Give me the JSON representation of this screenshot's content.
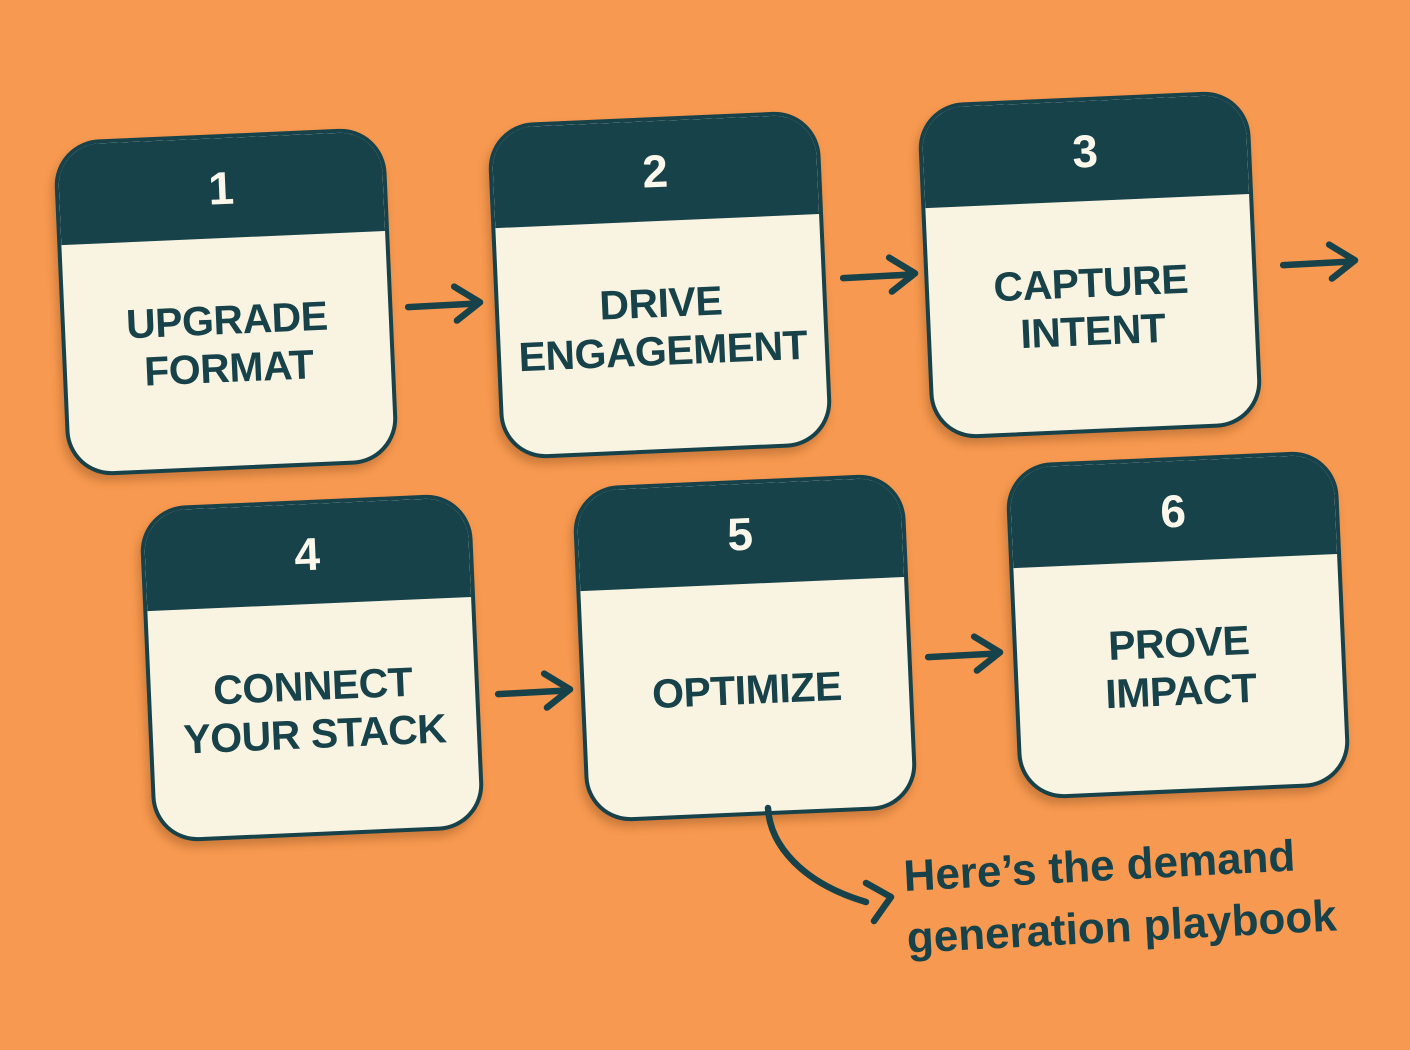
{
  "colors": {
    "background": "#f79950",
    "ink": "#17424a",
    "card_body": "#f9f3e2",
    "number_text": "#fbf7ea"
  },
  "steps": [
    {
      "number": "1",
      "title_lines": [
        "UPGRADE",
        "FORMAT"
      ]
    },
    {
      "number": "2",
      "title_lines": [
        "DRIVE",
        "ENGAGEMENT"
      ]
    },
    {
      "number": "3",
      "title_lines": [
        "CAPTURE",
        "INTENT"
      ]
    },
    {
      "number": "4",
      "title_lines": [
        "CONNECT",
        "YOUR STACK"
      ]
    },
    {
      "number": "5",
      "title_lines": [
        "OPTIMIZE"
      ]
    },
    {
      "number": "6",
      "title_lines": [
        "PROVE",
        "IMPACT"
      ]
    }
  ],
  "note": {
    "line1": "Here’s the demand",
    "line2": "generation playbook"
  },
  "icons": {
    "flow_arrow": "right-arrow →",
    "note_arrow": "curved-arrow-right"
  }
}
